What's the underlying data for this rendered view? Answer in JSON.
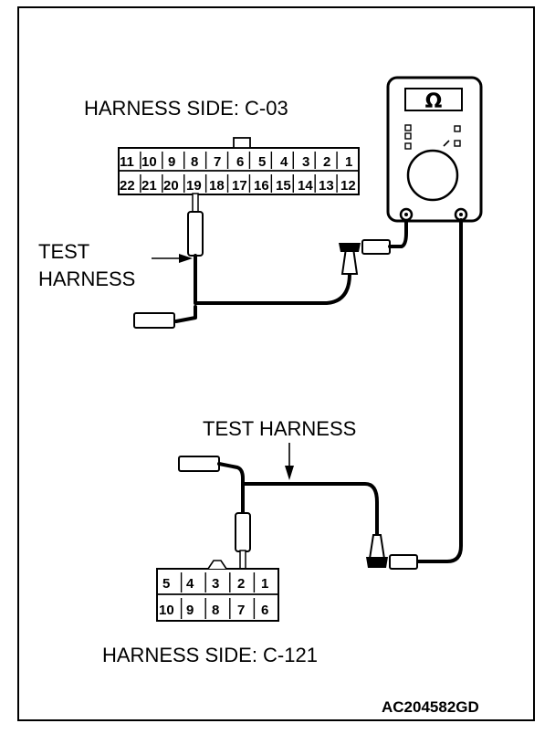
{
  "labels": {
    "c03_side": "HARNESS SIDE: C-03",
    "test_harness_top_line1": "TEST",
    "test_harness_top_line2": "HARNESS",
    "test_harness_bottom": "TEST HARNESS",
    "c121_side": "HARNESS SIDE: C-121",
    "figure_code": "AC204582GD"
  },
  "meter": {
    "display_symbol": "Ω"
  },
  "connector_c03": {
    "top_row": [
      "11",
      "10",
      "9",
      "8",
      "7",
      "6",
      "5",
      "4",
      "3",
      "2",
      "1"
    ],
    "bottom_row": [
      "22",
      "21",
      "20",
      "19",
      "18",
      "17",
      "16",
      "15",
      "14",
      "13",
      "12"
    ],
    "probed_pin": "19"
  },
  "connector_c121": {
    "top_row": [
      "5",
      "4",
      "3",
      "2",
      "1"
    ],
    "bottom_row": [
      "10",
      "9",
      "8",
      "7",
      "6"
    ],
    "probed_pin": "2"
  }
}
